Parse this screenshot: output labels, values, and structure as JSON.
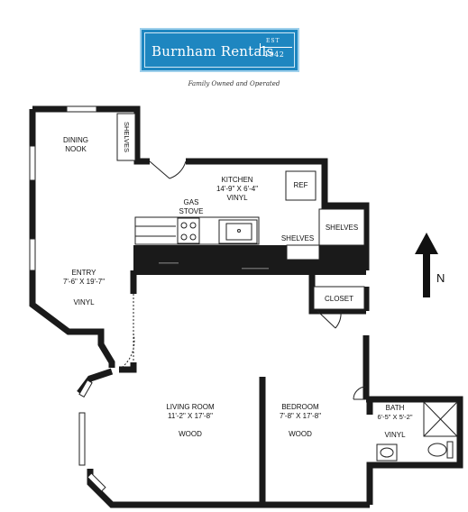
{
  "brand": {
    "name": "Burnham Rentals",
    "est": "EST",
    "year": "1942",
    "tagline": "Family Owned and Operated",
    "color": "#1e86c0"
  },
  "rooms": {
    "dining": {
      "name": "DINING",
      "name2": "NOOK"
    },
    "shelves_dining": "SHELVES",
    "kitchen": {
      "name": "KITCHEN",
      "size": "14'-9\" X 6'-4\"",
      "floor": "VINYL"
    },
    "ref": "REF",
    "gas_stove": {
      "line1": "GAS",
      "line2": "STOVE"
    },
    "shelves_kitchen": "SHELVES",
    "shelves_right": "SHELVES",
    "closet": "CLOSET",
    "entry": {
      "name": "ENTRY",
      "size": "7'-6\" X 19'-7\"",
      "floor": "VINYL"
    },
    "living": {
      "name": "LIVING ROOM",
      "size": "11'-2\" X 17'-8\"",
      "floor": "WOOD"
    },
    "bedroom": {
      "name": "BEDROOM",
      "size": "7'-8\" X 17'-8\"",
      "floor": "WOOD"
    },
    "bath": {
      "name": "BATH",
      "size": "6'-5\" X 5'-2\"",
      "floor": "VINYL"
    }
  },
  "compass": {
    "label": "N",
    "icon": "north-arrow-icon"
  }
}
